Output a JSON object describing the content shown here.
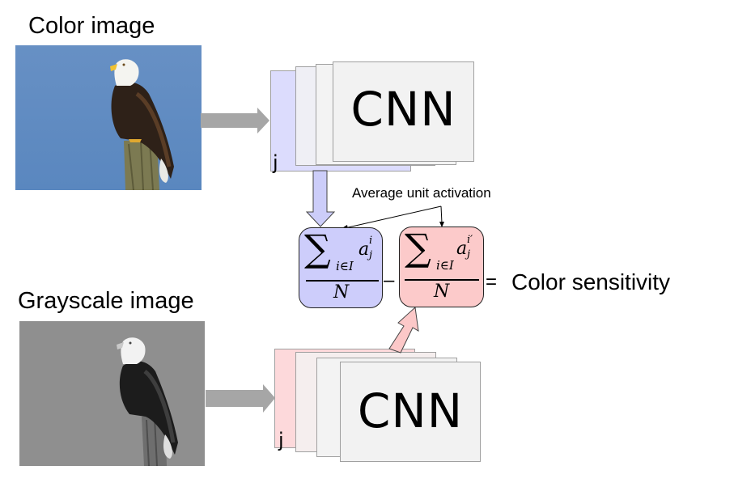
{
  "diagram": {
    "color_image": {
      "title": "Color image",
      "description": "Bald eagle perched on a wooden post against a blue sky"
    },
    "grayscale_image": {
      "title": "Grayscale image",
      "description": "Grayscale version of the bald eagle photo"
    },
    "top_cnn": {
      "label": "CNN",
      "unit_label": "j",
      "accent_color": "#dcdcfd"
    },
    "bottom_cnn": {
      "label": "CNN",
      "unit_label": "j",
      "accent_color": "#fdd9db"
    },
    "annotation": {
      "text": "Average unit activation"
    },
    "formula": {
      "left_term": {
        "sum_symbol": "∑",
        "subscript": "i∈I",
        "variable": "a",
        "var_sub": "j",
        "var_sup": "i",
        "denominator": "N",
        "fill_color": "#cdcdfb"
      },
      "operator": "–",
      "right_term": {
        "sum_symbol": "∑",
        "subscript": "i∈I",
        "variable": "a",
        "var_sub": "j",
        "var_sup": "i′",
        "denominator": "N",
        "fill_color": "#fccaca"
      },
      "equals": "=",
      "result": "Color sensitivity"
    },
    "colors": {
      "arrow_gray": "#a6a6a6",
      "layer_fill": "#f2f2f2",
      "blue_arrow": "#cccdf9",
      "red_arrow": "#fcc8c8"
    }
  }
}
